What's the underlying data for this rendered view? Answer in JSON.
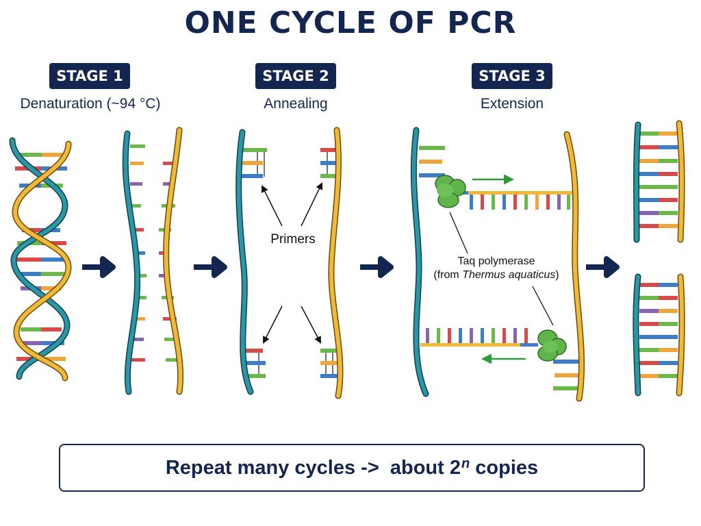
{
  "title": "ONE CYCLE OF PCR",
  "stages": [
    {
      "badge": "STAGE 1",
      "name": "Denaturation (~94 °C)"
    },
    {
      "badge": "STAGE 2",
      "name": "Annealing"
    },
    {
      "badge": "STAGE 3",
      "name": "Extension"
    }
  ],
  "labels": {
    "primers": "Primers",
    "taq_line1": "Taq polymerase",
    "taq_prefix": "(from ",
    "taq_species": "Thermus aquaticus",
    "taq_suffix": ")"
  },
  "footer": {
    "text": "Repeat many cycles ->  about 2",
    "superscript": "n",
    "suffix": " copies"
  },
  "colors": {
    "navy": "#13264f",
    "teal_strand": "#2b96a6",
    "gold_strand": "#f0b93a",
    "base_red": "#d84a4a",
    "base_blue": "#3c7dc7",
    "base_green": "#6cb84a",
    "base_orange": "#f0a53c",
    "base_purple": "#8a63b0",
    "enzyme_green": "#5fb54c",
    "arrow_green": "#2f9a3a"
  }
}
